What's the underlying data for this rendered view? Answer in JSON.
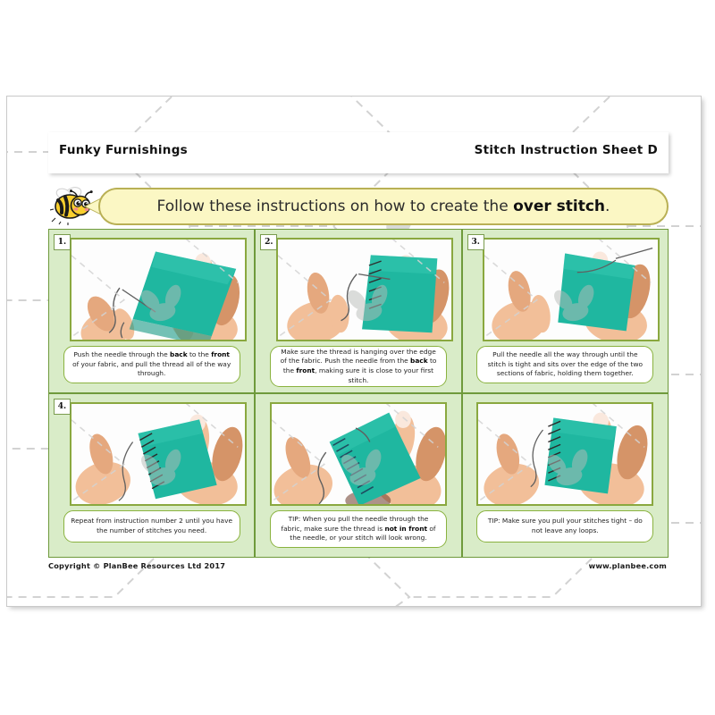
{
  "document": {
    "header_left": "Funky Furnishings",
    "header_right": "Stitch Instruction Sheet D",
    "instruction_prefix": "Follow these instructions on how to create the ",
    "instruction_bold": "over stitch",
    "instruction_suffix": ".",
    "copyright": "Copyright © PlanBee Resources Ltd 2017",
    "website": "www.planbee.com",
    "mascot_icon": "bee-icon",
    "watermark_icon": "bee-watermark-icon"
  },
  "colors": {
    "panel_fill": "#d9ecc8",
    "panel_border": "#6f9a3c",
    "photo_border": "#8aa83f",
    "caption_border": "#8ab23f",
    "bubble_fill": "#fbf7c4",
    "bubble_border": "#b9b055",
    "fabric_teal": "#1fb7a0",
    "skin": "#f0bb93",
    "watermark_gray": "#b9bcb9",
    "page_white": "#ffffff"
  },
  "panels": [
    {
      "number": "1.",
      "has_number": true,
      "caption_parts": [
        {
          "t": "Push the needle through the ",
          "b": false
        },
        {
          "t": "back",
          "b": true
        },
        {
          "t": " to the ",
          "b": false
        },
        {
          "t": "front",
          "b": true
        },
        {
          "t": " of your fabric, and pull the thread all of the way through.",
          "b": false
        }
      ],
      "photo_alt": "hands-holding-teal-fabric-with-needle"
    },
    {
      "number": "2.",
      "has_number": true,
      "caption_parts": [
        {
          "t": "Make sure the thread is hanging over the edge of the fabric. Push the needle from the ",
          "b": false
        },
        {
          "t": "back",
          "b": true
        },
        {
          "t": " to the ",
          "b": false
        },
        {
          "t": "front",
          "b": true
        },
        {
          "t": ", making sure it is close to your first stitch.",
          "b": false
        }
      ],
      "photo_alt": "hands-pushing-needle-through-fabric-edge"
    },
    {
      "number": "3.",
      "has_number": true,
      "caption_parts": [
        {
          "t": "Pull the needle all the way through until the stitch is tight and sits over the edge of the two sections of fabric, holding them together.",
          "b": false
        }
      ],
      "photo_alt": "hands-pulling-needle-thread-tight"
    },
    {
      "number": "4.",
      "has_number": true,
      "caption_parts": [
        {
          "t": "Repeat from instruction number 2 until you have the number of stitches you need.",
          "b": false
        }
      ],
      "photo_alt": "hands-holding-fabric-with-row-of-over-stitches"
    },
    {
      "number": "",
      "has_number": false,
      "caption_parts": [
        {
          "t": "TIP: When you pull the needle through the fabric, make sure the thread is ",
          "b": false
        },
        {
          "t": "not in front",
          "b": true
        },
        {
          "t": " of the needle, or your stitch will look wrong.",
          "b": false
        }
      ],
      "photo_alt": "hands-demonstrating-thread-position-tip"
    },
    {
      "number": "",
      "has_number": false,
      "caption_parts": [
        {
          "t": "TIP: Make sure you pull your stitches tight – do not leave any loops.",
          "b": false
        }
      ],
      "photo_alt": "hands-showing-tight-stitches-no-loops"
    }
  ]
}
